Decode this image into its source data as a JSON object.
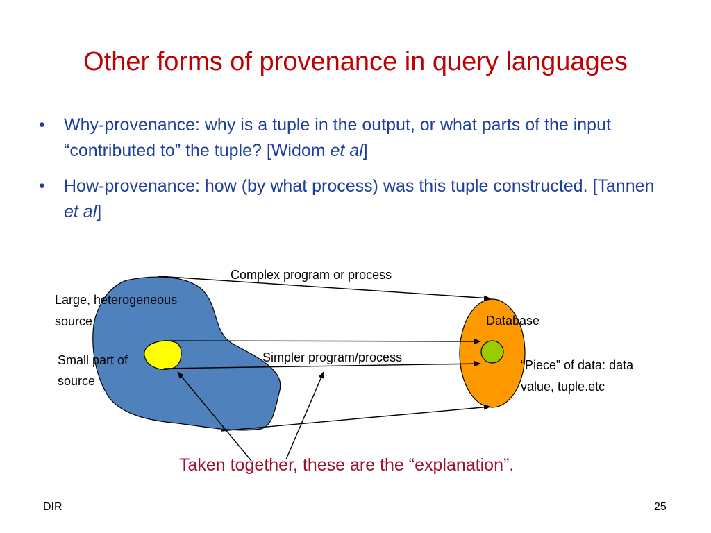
{
  "slide": {
    "title": "Other forms of provenance in query languages",
    "bullets": [
      {
        "text_before": "Why-provenance:  why is a tuple in the output, or what parts of the input “contributed to” the tuple? [Widom ",
        "italic": "et al",
        "text_after": "]"
      },
      {
        "text_before": "How-provenance:  how (by what process) was this tuple constructed. [Tannen ",
        "italic": "et al",
        "text_after": "]"
      }
    ],
    "bullet_glyph": "•"
  },
  "diagram": {
    "labels": {
      "complex_program": "Complex program or process",
      "large_source_line1": "Large, heterogeneous",
      "large_source_line2": "source",
      "database": "Database",
      "small_part_line1": "Small part of",
      "small_part_line2": "source",
      "simpler_program": "Simpler program/process",
      "piece_line1": "“Piece” of data: data",
      "piece_line2": "value, tuple.etc"
    },
    "colors": {
      "source_blob": "#4f81bd",
      "small_part": "#ffff00",
      "database": "#ff9900",
      "piece": "#99cc00"
    },
    "explanation": "Taken together, these are the “explanation”."
  },
  "footer": {
    "left": "DIR",
    "page_number": "25"
  }
}
